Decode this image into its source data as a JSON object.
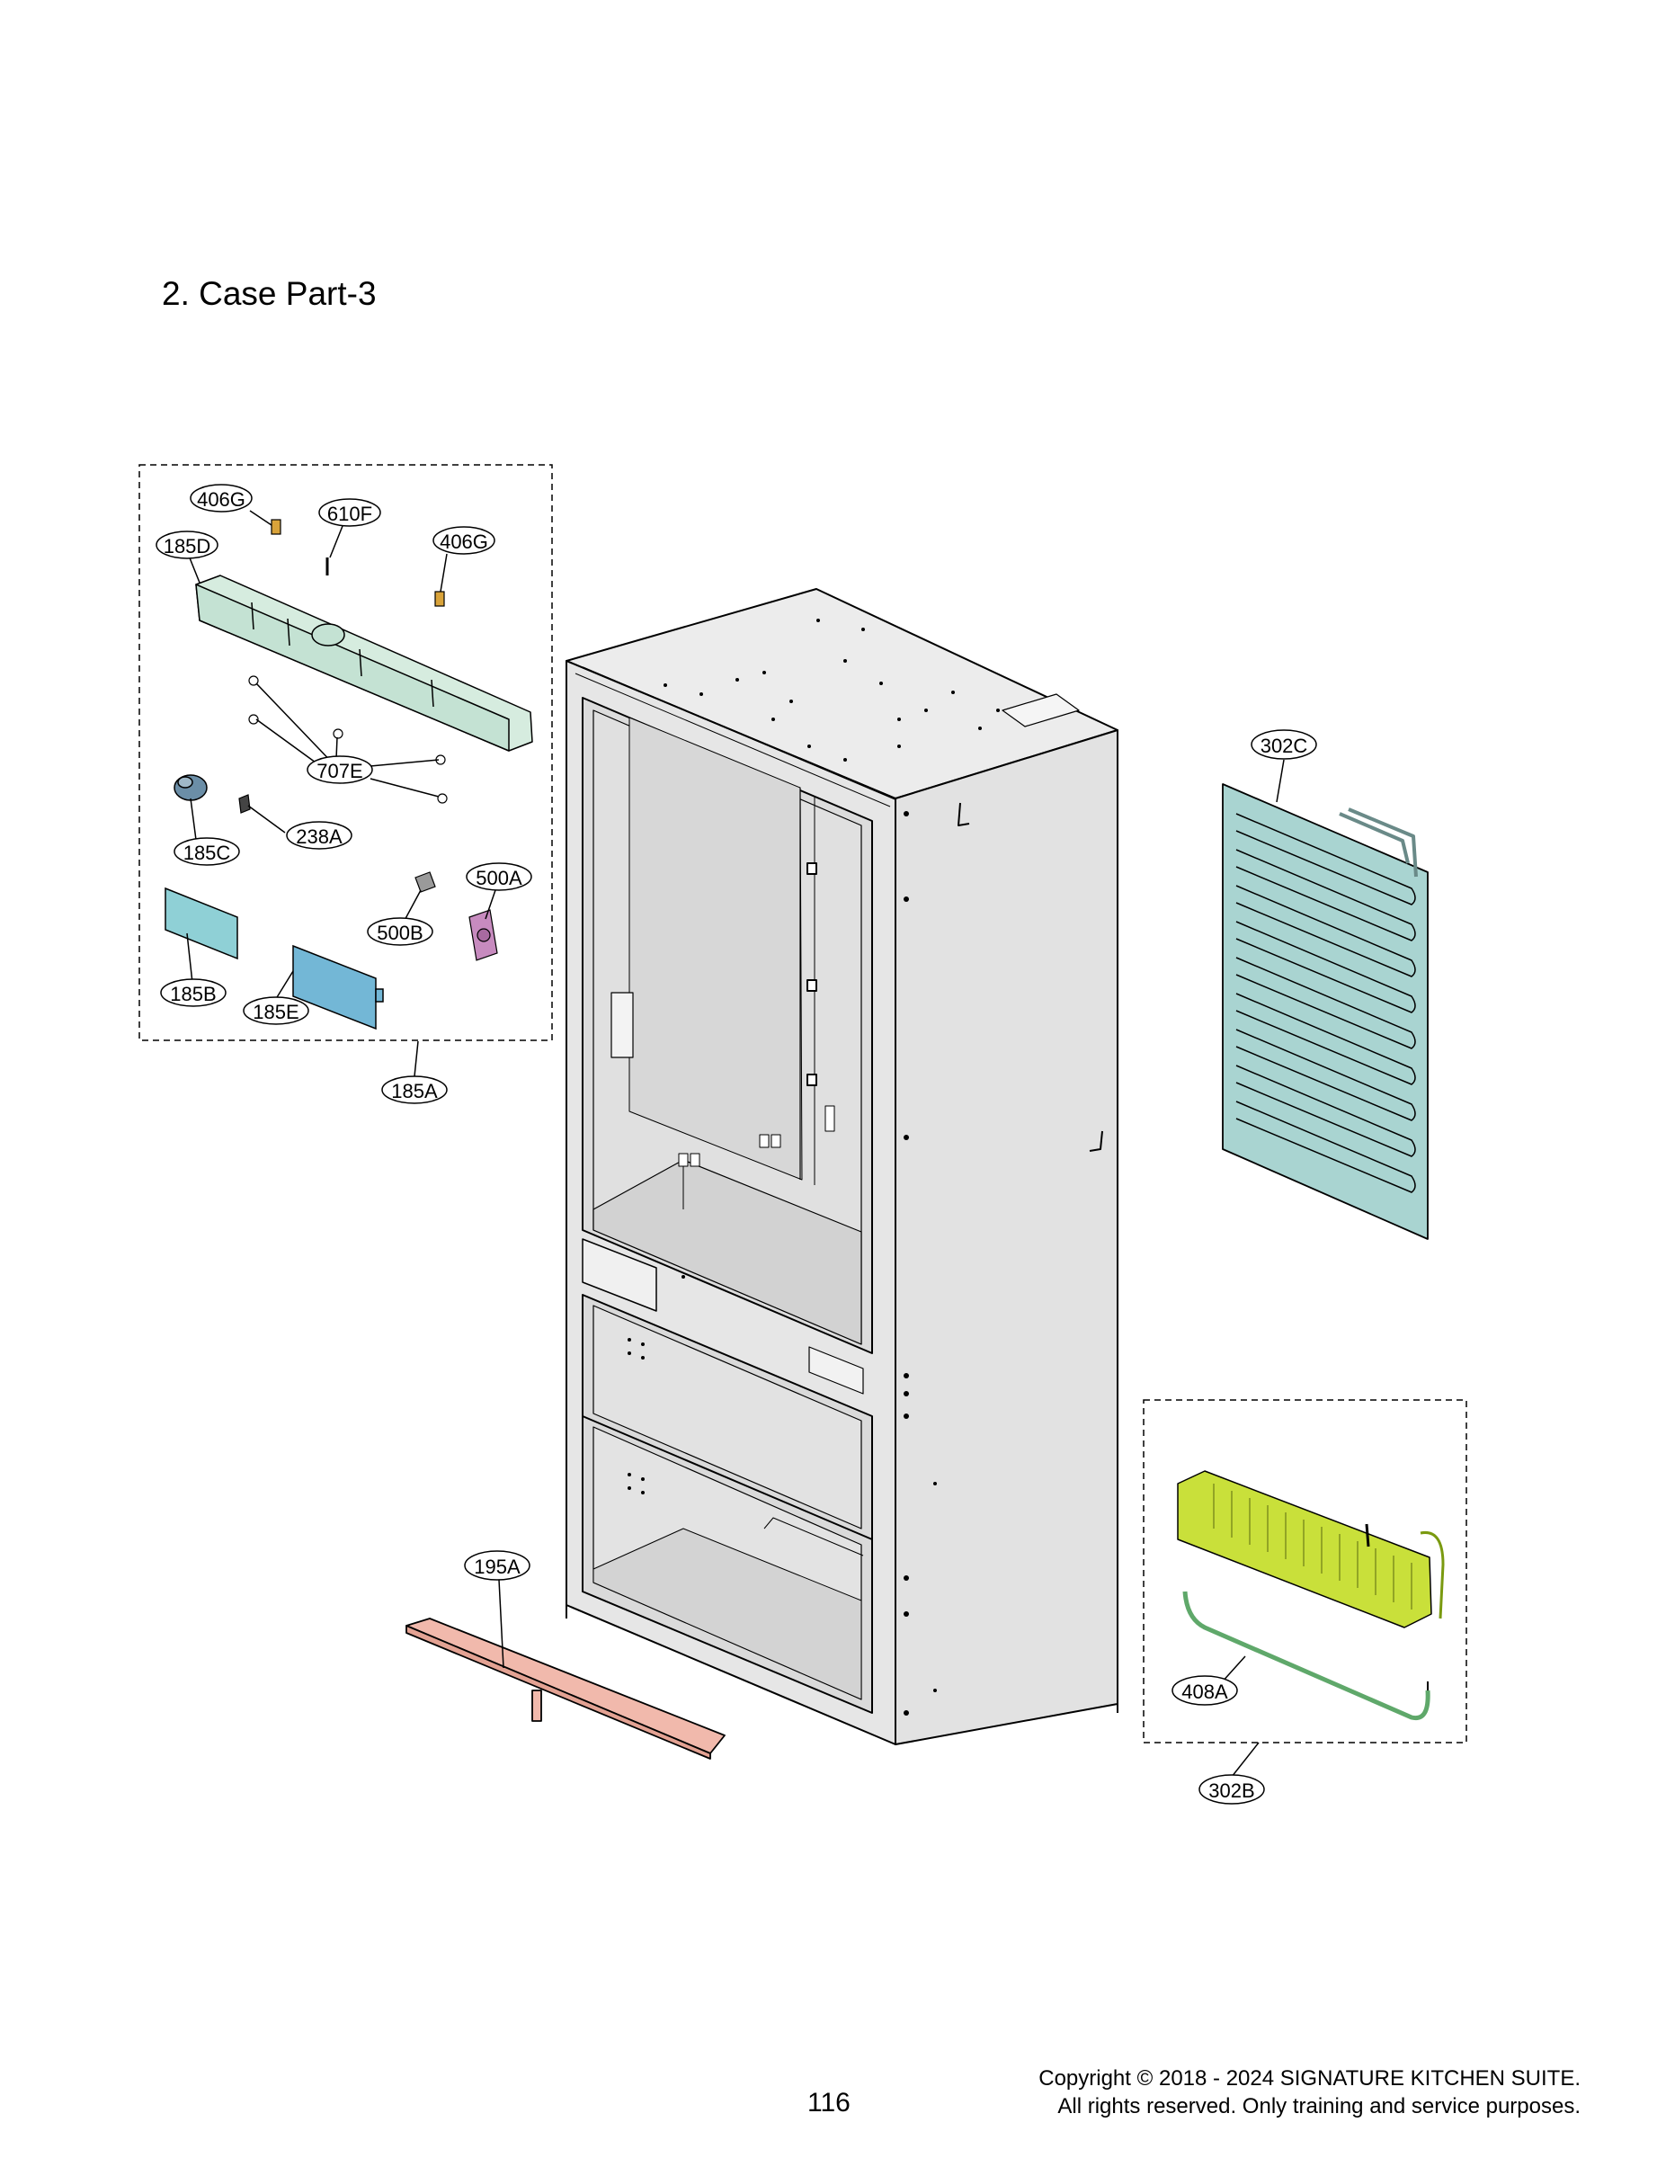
{
  "section_title": "2. Case Part-3",
  "page_number": "116",
  "copyright": {
    "line1": "Copyright © 2018 - 2024 SIGNATURE KITCHEN SUITE.",
    "line2": "All rights reserved. Only training and service purposes."
  },
  "callouts": {
    "406G_a": "406G",
    "610F": "610F",
    "406G_b": "406G",
    "185D": "185D",
    "707E": "707E",
    "238A": "238A",
    "185C": "185C",
    "500A": "500A",
    "500B": "500B",
    "185B": "185B",
    "185E": "185E",
    "185A": "185A",
    "302C": "302C",
    "195A": "195A",
    "408A": "408A",
    "302B": "302B"
  },
  "colors": {
    "cabinet": "#e4e4e4",
    "evaporator": "#a9d4d1",
    "duct_assembly": "#cfe8dc",
    "cover_light_blue": "#8fd0d6",
    "cover_blue": "#73b7d6",
    "fan_motor_pink": "#c78bbf",
    "drain_pan": "#f1b9ac",
    "heater_yellow_green": "#c9e03a",
    "hinge_gold": "#d9a33a"
  }
}
